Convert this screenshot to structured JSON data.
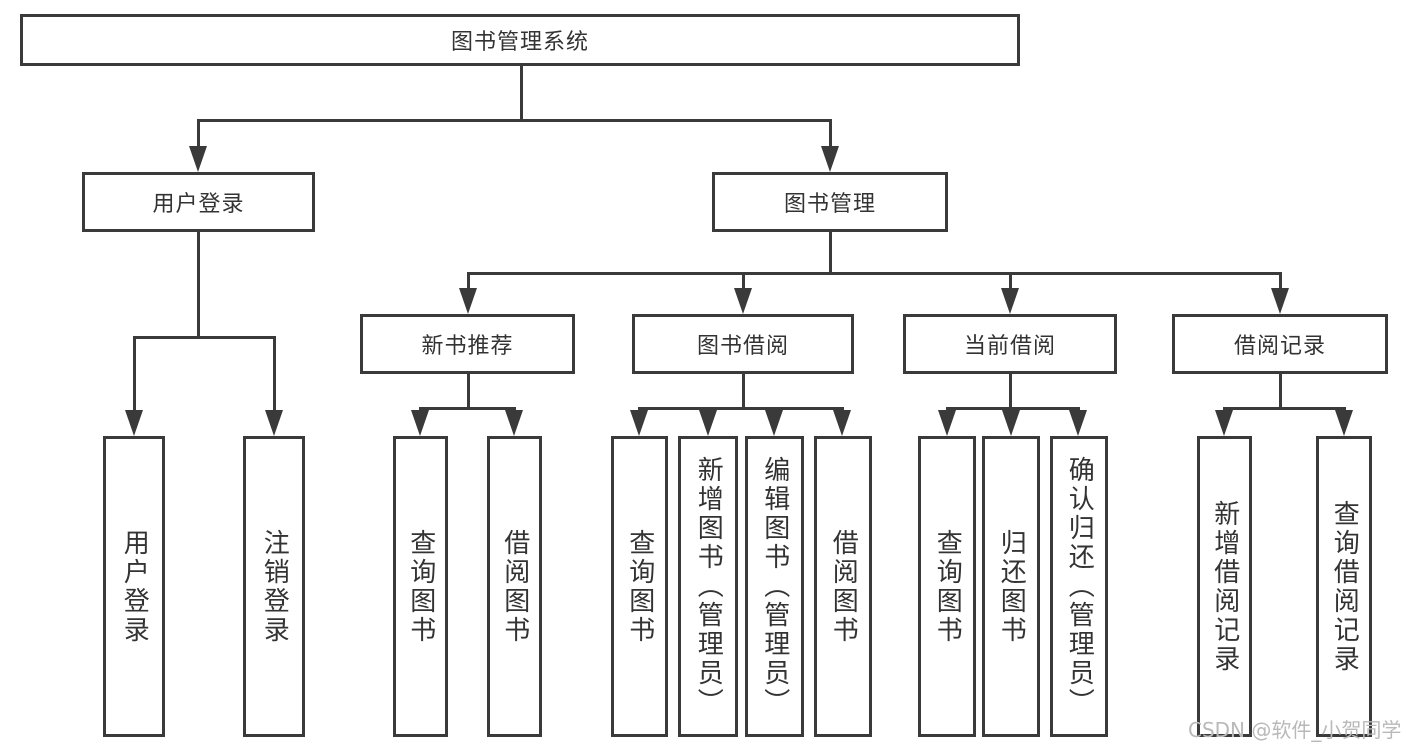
{
  "diagram_title": "图书管理系统",
  "tree": {
    "label": "图书管理系统",
    "children": [
      {
        "label": "用户登录",
        "children": [
          {
            "label": "用户登录"
          },
          {
            "label": "注销登录"
          }
        ]
      },
      {
        "label": "图书管理",
        "children": [
          {
            "label": "新书推荐",
            "children": [
              {
                "label": "查询图书"
              },
              {
                "label": "借阅图书"
              }
            ]
          },
          {
            "label": "图书借阅",
            "children": [
              {
                "label": "查询图书"
              },
              {
                "label": "新增图书（管理员）"
              },
              {
                "label": "编辑图书（管理员）"
              },
              {
                "label": "借阅图书"
              }
            ]
          },
          {
            "label": "当前借阅",
            "children": [
              {
                "label": "查询图书"
              },
              {
                "label": "归还图书"
              },
              {
                "label": "确认归还（管理员）"
              }
            ]
          },
          {
            "label": "借阅记录",
            "children": [
              {
                "label": "新增借阅记录"
              },
              {
                "label": "查询借阅记录"
              }
            ]
          }
        ]
      }
    ]
  },
  "watermark": "CSDN @软件_小贺同学",
  "colors": {
    "line": "#3a3a3a",
    "text": "#333333",
    "watermark": "#b9b9b9",
    "background": "#ffffff"
  }
}
